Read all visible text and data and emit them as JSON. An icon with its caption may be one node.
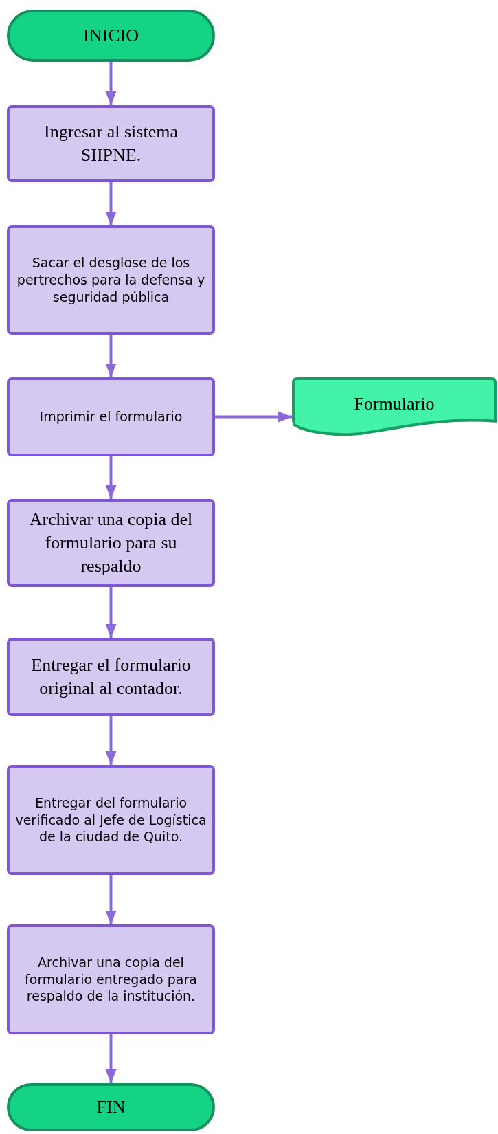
{
  "diagram": {
    "nodes": [
      {
        "text": [
          "INICIO"
        ]
      },
      {
        "text": [
          "Ingresar al sistema SIIPNE."
        ]
      },
      {
        "text": [
          "Sacar el desglose de los pertrechos para la defensa y seguridad pública"
        ]
      },
      {
        "text": [
          "Imprimir el formulario"
        ]
      },
      {
        "text": [
          "Formulario"
        ]
      },
      {
        "text": [
          "Archivar una copia del formulario para su respaldo"
        ]
      },
      {
        "text": [
          "Entregar el formulario original al contador."
        ]
      },
      {
        "text": [
          "Entregar del formulario verificado al Jefe de Logística de la ciudad de Quito."
        ]
      },
      {
        "text": [
          "Archivar una copia del formulario entregado para respaldo de la institución."
        ]
      },
      {
        "text": [
          "FIN"
        ]
      }
    ],
    "edges": [
      {
        "from": 0,
        "to": 1,
        "arrow": "to"
      },
      {
        "from": 1,
        "to": 2,
        "arrow": "to"
      },
      {
        "from": 2,
        "to": 3,
        "arrow": "to"
      },
      {
        "from": 3,
        "to": 4,
        "arrow": "to"
      },
      {
        "from": 3,
        "to": 5,
        "arrow": "to"
      },
      {
        "from": 5,
        "to": 6,
        "arrow": "to"
      },
      {
        "from": 6,
        "to": 7,
        "arrow": "to"
      },
      {
        "from": 7,
        "to": 8,
        "arrow": "to"
      },
      {
        "from": 8,
        "to": 9,
        "arrow": "to"
      }
    ]
  }
}
